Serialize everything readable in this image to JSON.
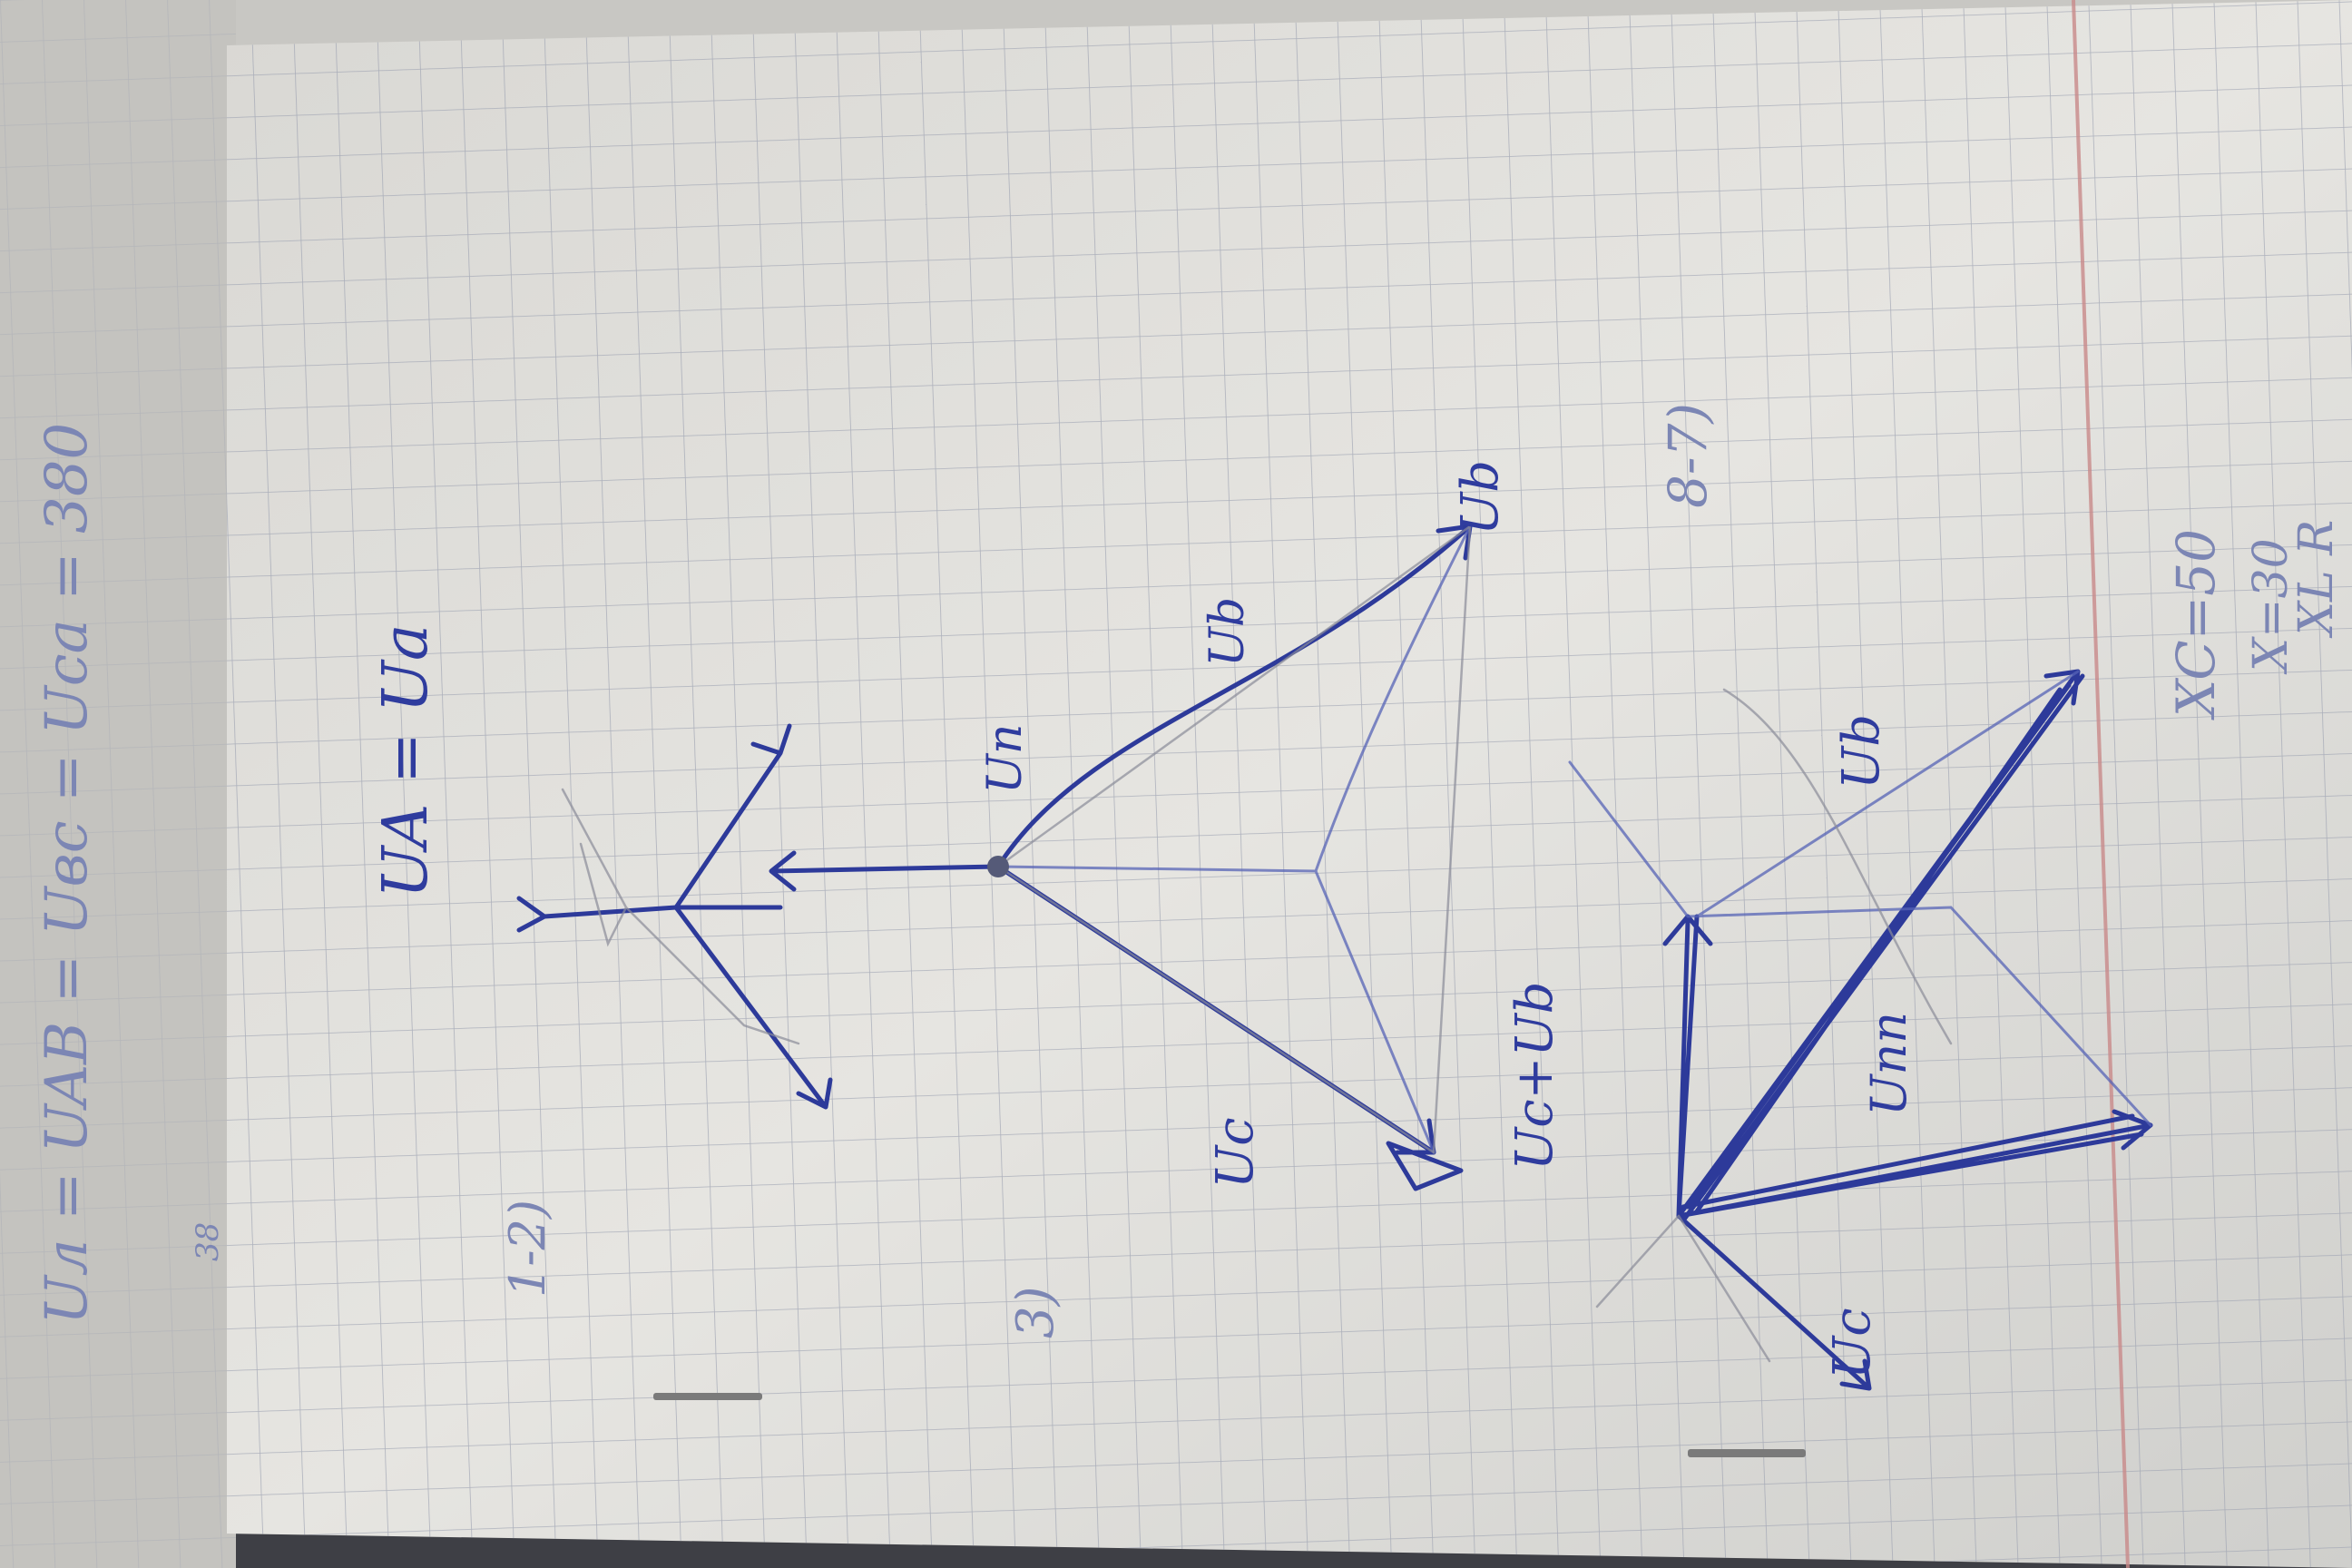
{
  "photo": {
    "subject": "photo of a notebook page on squared paper, rotated 90 degrees, with hand-drawn voltage phasor diagrams in blue ink",
    "rotation": "rotated 90 degrees counter-clockwise",
    "colors": {
      "ink": "#2d3a9a",
      "paper": "#e4e2de",
      "grid": "#9aa0b0",
      "margin_line": "#c98a8a",
      "background": "#3e3f45"
    }
  },
  "texts": {
    "top_equation": "Uл = UAB = Uвс = Uса = 380",
    "top_small": "38",
    "ua_label": "UA = Ua",
    "item_1_2": "1-2)",
    "item_3": "3)",
    "item_8_7": "8-7)",
    "un_label": "Un",
    "ub_label": "Ub",
    "uc_label": "Uc",
    "ub_big_label": "Ub",
    "uc_ub_label": "Uc+Ub",
    "ub_right_label": "Ub",
    "unn_label": "Unn",
    "uc_bottom_label": "Uc",
    "right_xc": "XC=50",
    "right_xc2": "X=30",
    "right_r": "XL R"
  }
}
